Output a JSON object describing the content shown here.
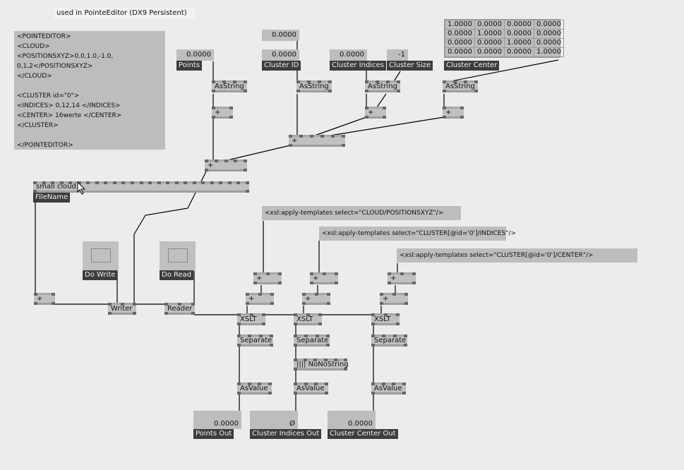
{
  "comment": "used in PointeEditor (DX9 Persistent)",
  "xml_example": "<POINTEDITOR>\n<CLOUD>\n<POSITIONSXYZ>0.0,1.0,-1.0,\n0,1,2</POSITIONSXYZ>\n</CLOUD>\n\n<CLUSTER id=\"0\">\n<INDICES> 0,12,14 </INDICES>\n<CENTER> 16werte </CENTER>\n</CLUSTER>\n\n</POINTEDITOR>",
  "inputs": {
    "points": {
      "value": "0.0000",
      "label": "Points"
    },
    "cluster_id_top": {
      "value": "0.0000"
    },
    "cluster_id": {
      "value": "0.0000",
      "label": "Cluster ID"
    },
    "cluster_indices": {
      "value": "0.0000",
      "label": "Cluster Indices"
    },
    "cluster_size": {
      "value": "-1",
      "label": "Cluster Size"
    },
    "cluster_center": {
      "label": "Cluster Center",
      "matrix": [
        [
          "1.0000",
          "0.0000",
          "0.0000",
          "0.0000"
        ],
        [
          "0.0000",
          "1.0000",
          "0.0000",
          "0.0000"
        ],
        [
          "0.0000",
          "0.0000",
          "1.0000",
          "0.0000"
        ],
        [
          "0.0000",
          "0.0000",
          "0.0000",
          "1.0000"
        ]
      ]
    }
  },
  "nodes": {
    "asstring": "AsString",
    "plus": "+",
    "writer": "Writer",
    "reader": "Reader",
    "xslt": "XSLT",
    "separate": "Separate",
    "nonostring": "|||| NoNoString",
    "asvalue": "AsValue"
  },
  "filename": {
    "value": "small cloud",
    "label": "FileName"
  },
  "toggles": {
    "do_write": "Do Write",
    "do_read": "Do Read"
  },
  "xsl": {
    "positions": "<xsl:apply-templates select=\"CLOUD/POSITIONSXYZ\"/>",
    "indices": "<xsl:apply-templates select=\"CLUSTER[@id='0']/INDICES\"/>",
    "center": "<xsl:apply-templates select=\"CLUSTER[@id='0']/CENTER\"/>"
  },
  "outputs": {
    "points_out": {
      "value": "0.0000",
      "label": "Points Out"
    },
    "cluster_indices_out": {
      "value": "Ø",
      "label": "Cluster Indices Out"
    },
    "cluster_center_out": {
      "value": "0.0000",
      "label": "Cluster Center Out"
    }
  }
}
